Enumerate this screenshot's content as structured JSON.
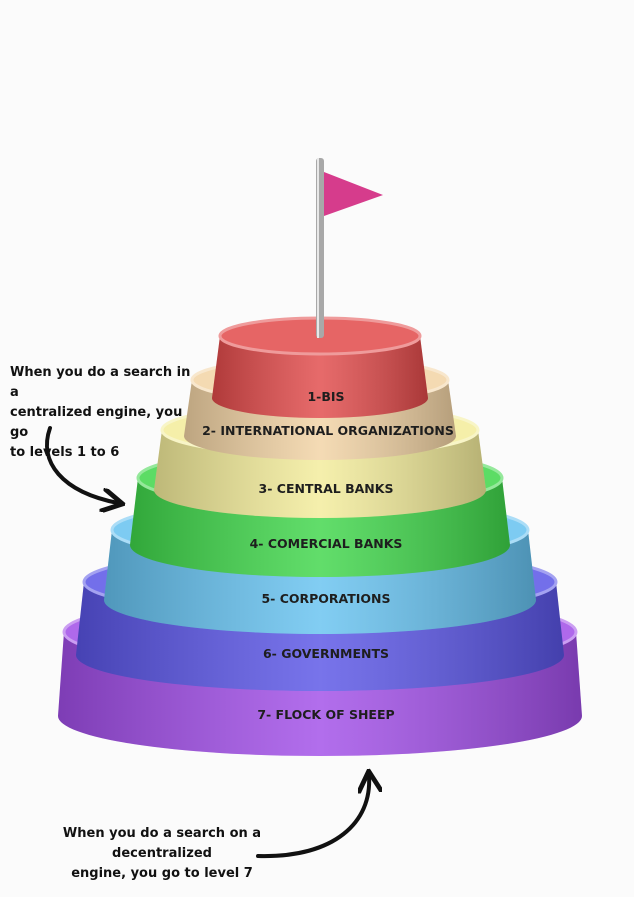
{
  "levels": [
    {
      "label": "1-BIS",
      "color": "#e14a4a"
    },
    {
      "label": "2- INTERNATIONAL ORGANIZATIONS",
      "color": "#f2d3a4"
    },
    {
      "label": "3- CENTRAL BANKS",
      "color": "#f3ec9a"
    },
    {
      "label": "4- COMERCIAL BANKS",
      "color": "#3fd64a"
    },
    {
      "label": "5- CORPORATIONS",
      "color": "#66c2f0"
    },
    {
      "label": "6- GOVERNMENTS",
      "color": "#5a55e6"
    },
    {
      "label": "7- FLOCK OF SHEEP",
      "color": "#a14ee8"
    }
  ],
  "flag": {
    "color": "#d63c8c",
    "pole_color": "#a8a8a8",
    "icon": "flag-icon"
  },
  "notes": {
    "centralized": {
      "line1": "When you do a search in a",
      "line2": "centralized engine, you go",
      "line3": "to levels 1 to 6"
    },
    "decentralized": {
      "line1": "When you do a search on a decentralized",
      "line2": "engine, you go to level 7"
    }
  },
  "arrows": {
    "color": "#111111",
    "icon": "curved-arrow-icon"
  }
}
